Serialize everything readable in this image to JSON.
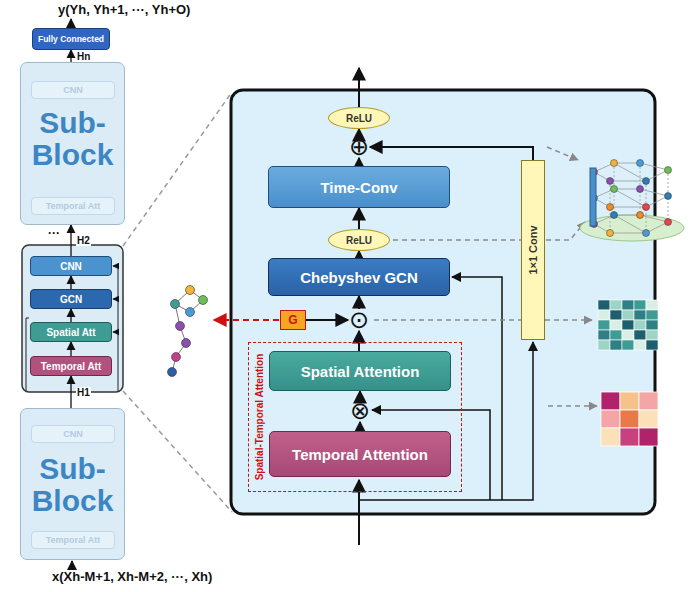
{
  "diagram": {
    "nodes": [
      {
        "text": [
          "Fully Connected"
        ]
      },
      {
        "text": [
          "Sub-Block"
        ]
      },
      {
        "text": [
          "CNN"
        ],
        "in": 1
      },
      {
        "text": [
          "Temporal Att"
        ],
        "in": 1
      },
      {
        "text": [
          "CNN"
        ]
      },
      {
        "text": [
          "GCN"
        ]
      },
      {
        "text": [
          "Spatial Att"
        ]
      },
      {
        "text": [
          "Temporal Att"
        ]
      },
      {
        "text": [
          "Sub-Block"
        ]
      },
      {
        "text": [
          "CNN"
        ],
        "in": 8
      },
      {
        "text": [
          "Temporal Att"
        ],
        "in": 8
      },
      {
        "text": [
          "ReLU"
        ]
      },
      {
        "text": [
          "⊕"
        ]
      },
      {
        "text": [
          "Time-Conv"
        ]
      },
      {
        "text": [
          "ReLU"
        ]
      },
      {
        "text": [
          "Chebyshev GCN"
        ]
      },
      {
        "text": [
          "G"
        ]
      },
      {
        "text": [
          "⊙"
        ]
      },
      {
        "text": [
          "Spatial-Temporal Attention"
        ]
      },
      {
        "text": [
          "Spatial Attention"
        ],
        "in": 18
      },
      {
        "text": [
          "⊗"
        ],
        "in": 18
      },
      {
        "text": [
          "Temporal Attention"
        ],
        "in": 18
      },
      {
        "text": [
          "1×1 Conv"
        ]
      }
    ],
    "edges": [
      {
        "from": 8,
        "to": 7,
        "arrow": "to",
        "label": "H1"
      },
      {
        "from": 7,
        "to": 6,
        "arrow": "to"
      },
      {
        "from": 6,
        "to": 5,
        "arrow": "to"
      },
      {
        "from": 5,
        "to": 4,
        "arrow": "to"
      },
      {
        "from": 4,
        "to": 1,
        "arrow": "to",
        "label": "H2"
      },
      {
        "from": 1,
        "to": 0,
        "arrow": "to",
        "label": "Hn"
      },
      {
        "from": 21,
        "to": 20,
        "arrow": "to"
      },
      {
        "from": 20,
        "to": 19,
        "arrow": "to"
      },
      {
        "from": 19,
        "to": 17,
        "arrow": "to"
      },
      {
        "from": 16,
        "to": 17,
        "arrow": "to"
      },
      {
        "from": 17,
        "to": 15,
        "arrow": "to"
      },
      {
        "from": 15,
        "to": 14,
        "arrow": "to"
      },
      {
        "from": 14,
        "to": 13,
        "arrow": "to"
      },
      {
        "from": 13,
        "to": 12,
        "arrow": "to"
      },
      {
        "from": 12,
        "to": 11,
        "arrow": "to"
      },
      {
        "from": 22,
        "to": 12,
        "arrow": "to"
      }
    ],
    "labels": [
      "y(Yh, Yh+1, ···, Yh+O)",
      "···",
      "x(Xh-M+1, Xh-M+2, ···, Xh)"
    ]
  }
}
